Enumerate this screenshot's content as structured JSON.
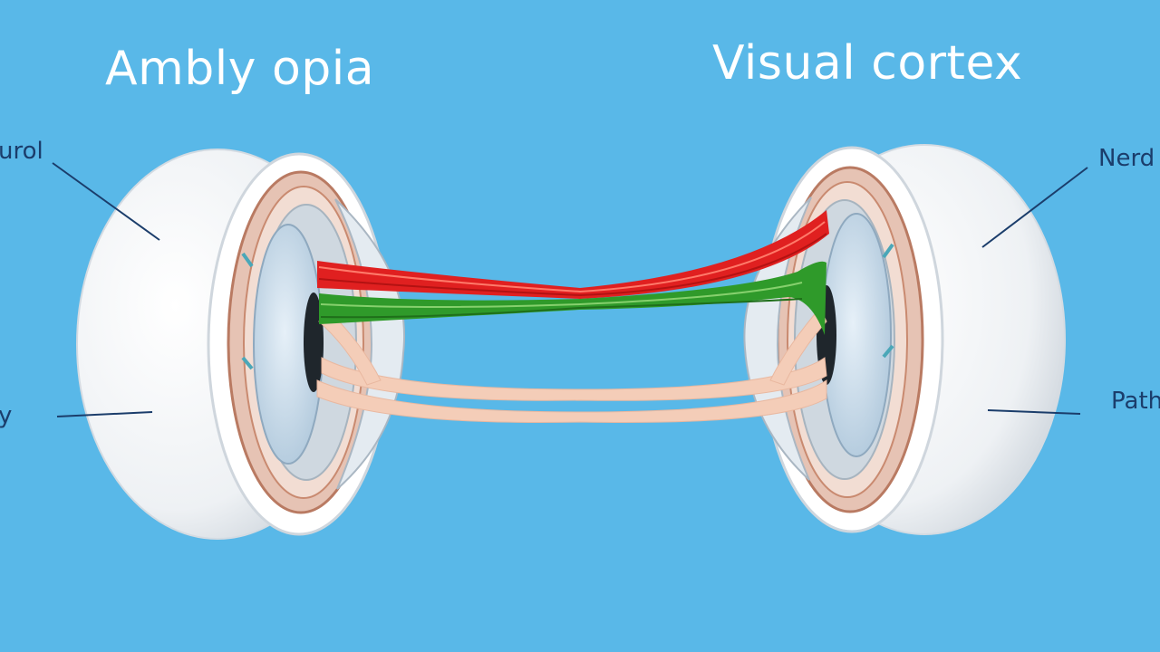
{
  "title_left": "Ambly opia",
  "title_right": "Visual cortex",
  "labels": {
    "left_top": "urol",
    "left_bottom": "y",
    "right_top": "Nerd",
    "right_bottom": "Path"
  },
  "colors": {
    "background": "#59b8e8",
    "sclera": "#f4f6f8",
    "iris": "#cfe0ee",
    "pupil": "#1f262c",
    "tissue": "#d9a48f",
    "red_pathway": "#e02020",
    "green_pathway": "#2f9a2a",
    "peach_pathway": "#f4cdb8",
    "leader_line": "#1b3d6b"
  }
}
